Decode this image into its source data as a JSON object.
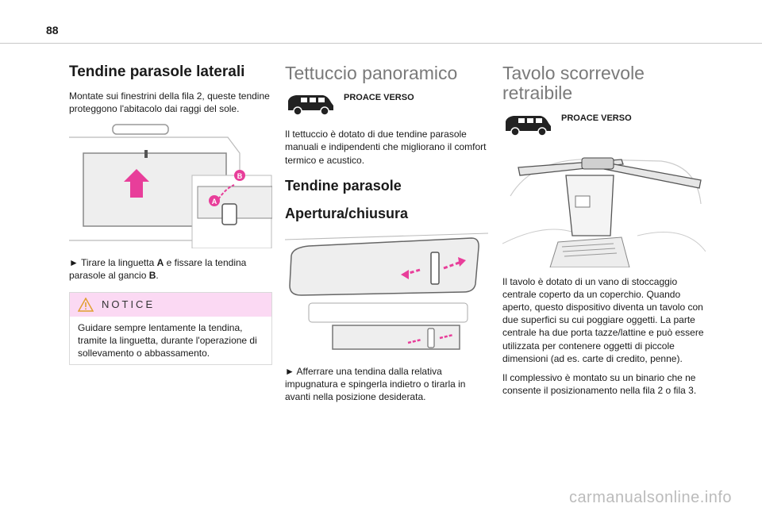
{
  "page_number": "88",
  "col1": {
    "title": "Tendine parasole laterali",
    "intro": "Montate sui finestrini della fila  2, queste tendine proteggono l'abitacolo dai raggi del sole.",
    "instruction_pre": "► Tirare la linguetta ",
    "label_a": "A",
    "instruction_mid": " e fissare la tendina parasole al gancio ",
    "label_b": "B",
    "instruction_end": ".",
    "notice": {
      "title": "NOTICE",
      "text": "Guidare sempre lentamente la tendina, tramite la linguetta, durante l'operazione di sollevamento o abbassamento."
    }
  },
  "col2": {
    "title": "Tettuccio panoramico",
    "vehicle_label": "PROACE VERSO",
    "intro": "Il tettuccio è dotato di due tendine parasole manuali e indipendenti che migliorano il comfort termico e acustico.",
    "subtitle": "Tendine parasole",
    "subsubtitle": "Apertura/chiusura",
    "instruction": "► Afferrare una tendina dalla relativa impugnatura e spingerla indietro o tirarla in avanti nella posizione desiderata."
  },
  "col3": {
    "title": "Tavolo scorrevole retraibile",
    "vehicle_label": "PROACE VERSO",
    "p1": "Il tavolo è dotato di un vano di stoccaggio centrale coperto da un coperchio. Quando aperto, questo dispositivo diventa un tavolo con due superfici su cui poggiare oggetti. La parte centrale ha due porta tazze/lattine e può essere utilizzata per contenere oggetti di piccole dimensioni (ad es. carte di credito, penne).",
    "p2": "Il complessivo è montato su un binario che ne consente il posizionamento nella fila 2 o fila 3."
  },
  "watermark": "carmanualsonline.info",
  "accent": "#e83e9a"
}
